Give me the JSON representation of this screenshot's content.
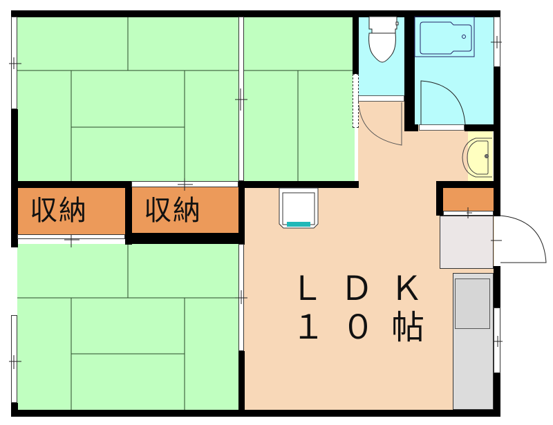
{
  "floorplan": {
    "rooms": [
      {
        "id": "washitsu-1",
        "type": "tatami",
        "label": ""
      },
      {
        "id": "washitsu-2",
        "type": "tatami",
        "label": ""
      },
      {
        "id": "washitsu-3",
        "type": "tatami",
        "label": ""
      },
      {
        "id": "closet-1",
        "type": "storage",
        "label": "収納"
      },
      {
        "id": "closet-2",
        "type": "storage",
        "label": "収納"
      },
      {
        "id": "ldk",
        "type": "living",
        "label_line1": "LDK",
        "label_line2": "10帖"
      },
      {
        "id": "toilet",
        "type": "wet"
      },
      {
        "id": "bathroom",
        "type": "wet"
      },
      {
        "id": "washbasin",
        "type": "wet"
      },
      {
        "id": "entrance",
        "type": "entry"
      },
      {
        "id": "kitchen-counter",
        "type": "kitchen"
      }
    ],
    "labels": {
      "closet_left": "収納",
      "closet_right": "収納",
      "ldk_line1": "ＬＤＫ",
      "ldk_line2": "１０帖"
    },
    "colors": {
      "tatami": "#c0ffc0",
      "storage": "#ec9a5a",
      "ldk_floor": "#f8d8b8",
      "wet_area": "#b8fcfc",
      "washbasin": "#ffffc0",
      "entrance": "#ebe6e6",
      "kitchen": "#dcdcdc",
      "wall": "#000000",
      "washer_accent": "#20b8b8"
    }
  }
}
